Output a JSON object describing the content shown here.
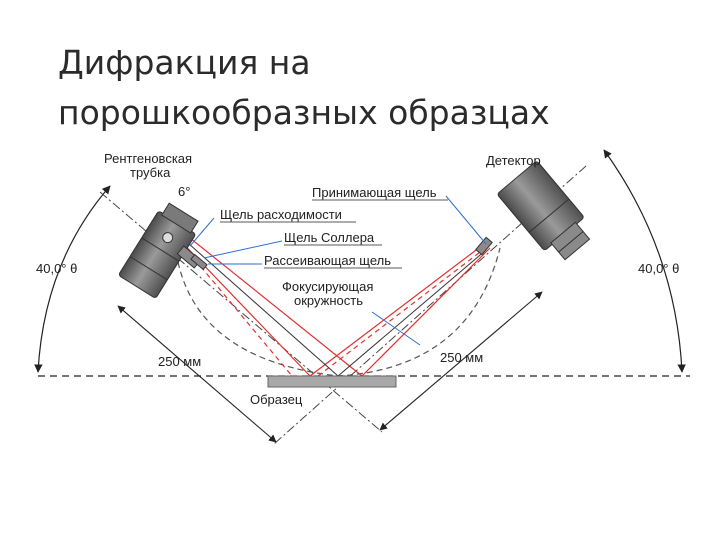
{
  "slide": {
    "title_line1": "Дифракция на",
    "title_line2": "порошкообразных образцах"
  },
  "diagram": {
    "labels": {
      "tube_line1": "Рентгеновская",
      "tube_line2": "трубка",
      "tube_angle": "6°",
      "divergence_slit": "Щель расходимости",
      "soller_slit": "Щель Соллера",
      "scatter_slit": "Рассеивающая щель",
      "focusing_line1": "Фокусирующая",
      "focusing_line2": "окружность",
      "detector": "Детектор",
      "receiving_slit": "Принимающая щель",
      "angle_left": "40,0° θ",
      "angle_right": "40,0° θ",
      "dist_left": "250 мм",
      "dist_right": "250 мм",
      "sample": "Образец"
    },
    "colors": {
      "beam": "#e03030",
      "leader": "#2f6fd0",
      "line": "#222222",
      "sample": "#a8a8a8",
      "tube_body": "#6e6e6e",
      "circle": "#555555"
    }
  }
}
